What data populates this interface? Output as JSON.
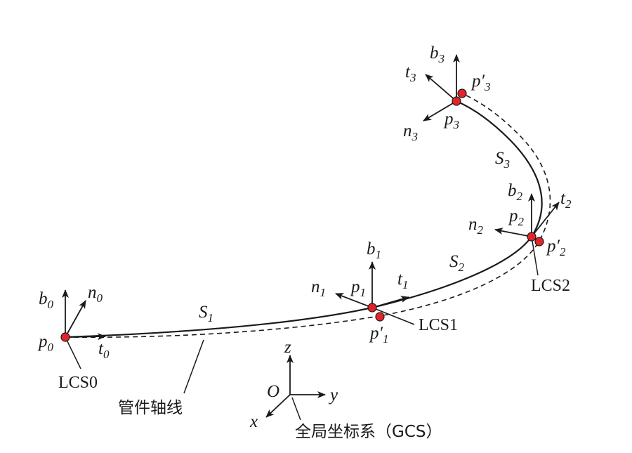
{
  "points": {
    "p0": {
      "base": "p",
      "sub": "0"
    },
    "p1": {
      "base": "p",
      "sub": "1"
    },
    "p2": {
      "base": "p",
      "sub": "2"
    },
    "p3": {
      "base": "p",
      "sub": "3"
    },
    "p1_prime": {
      "base": "p′",
      "sub": "1"
    },
    "p2_prime": {
      "base": "p′",
      "sub": "2"
    },
    "p3_prime": {
      "base": "p′",
      "sub": "3"
    }
  },
  "vectors": {
    "b0": {
      "base": "b",
      "sub": "0"
    },
    "n0": {
      "base": "n",
      "sub": "0"
    },
    "t0": {
      "base": "t",
      "sub": "0"
    },
    "b1": {
      "base": "b",
      "sub": "1"
    },
    "n1": {
      "base": "n",
      "sub": "1"
    },
    "t1": {
      "base": "t",
      "sub": "1"
    },
    "b2": {
      "base": "b",
      "sub": "2"
    },
    "n2": {
      "base": "n",
      "sub": "2"
    },
    "t2": {
      "base": "t",
      "sub": "2"
    },
    "b3": {
      "base": "b",
      "sub": "3"
    },
    "n3": {
      "base": "n",
      "sub": "3"
    },
    "t3": {
      "base": "t",
      "sub": "3"
    }
  },
  "segments": {
    "s1": {
      "base": "S",
      "sub": "1"
    },
    "s2": {
      "base": "S",
      "sub": "2"
    },
    "s3": {
      "base": "S",
      "sub": "3"
    }
  },
  "frames": {
    "lcs0": "LCS0",
    "lcs1": "LCS1",
    "lcs2": "LCS2"
  },
  "gcs": {
    "origin": "O",
    "x": "x",
    "y": "y",
    "z": "z",
    "label": "全局坐标系（GCS）"
  },
  "pipe_axis_label": "管件轴线",
  "colors": {
    "point_fill": "#e3232a",
    "ink": "#1a1a1a"
  }
}
